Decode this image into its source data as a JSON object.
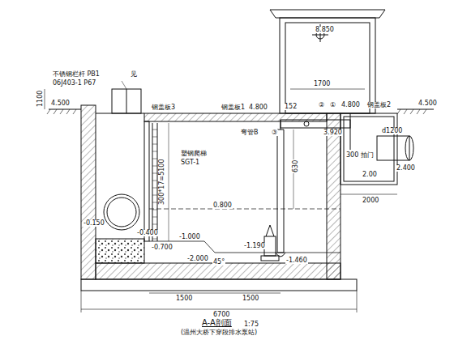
{
  "diagram": {
    "title": "A-A剖面",
    "caption": "(温州大桥下穿段排水泵站)",
    "labels": [
      "不锈钢栏杆 PB1",
      "见",
      "06J403-1 P67",
      "1100",
      "4.500",
      "钢盖板3",
      "8.850",
      "1700",
      "钢盖板1",
      "4.800",
      "152",
      "③",
      "弯管B",
      "②",
      "①",
      "4.800",
      "钢盖板2",
      "4.500",
      "塑钢爬梯",
      "SGT-1",
      "300*17=5100",
      "0.800",
      "3.920",
      "300",
      "拍门",
      "d1200",
      "2.400",
      "2.00",
      "2000",
      "630",
      "-0.150",
      "-0.400",
      "-0.700",
      "-1.000",
      "-1.190",
      "-1.460",
      "-2.000",
      "45°",
      "1500",
      "1500",
      "6700",
      "1:75"
    ]
  }
}
